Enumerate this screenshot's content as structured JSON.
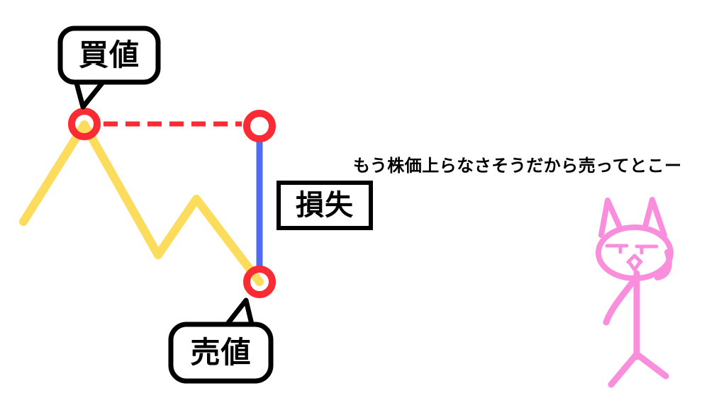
{
  "labels": {
    "buy_price": "買値",
    "sell_price": "売値",
    "loss": "損失",
    "comment": "もう株価上らなさそうだから売ってとこー"
  },
  "colors": {
    "price_line_yellow": "#FBDC5C",
    "accent_red": "#FA2B33",
    "loss_blue": "#506BEF",
    "cat_pink": "#F98FDC",
    "ink_black": "#000000"
  },
  "figure": {
    "type": "annotated-line-sketch",
    "description": "Hand-drawn stock price zigzag: price rises to buy point, falls, small rebound, falls to sell point; dashed red line marks buy level, blue vertical segment marks the loss between buy level and sell price.",
    "price_path_points_str": "33,313 119,176 223,360 277,281 366,398",
    "buy_point": "119,175",
    "sell_signal_point": "366,178",
    "sell_point": "366,398"
  }
}
